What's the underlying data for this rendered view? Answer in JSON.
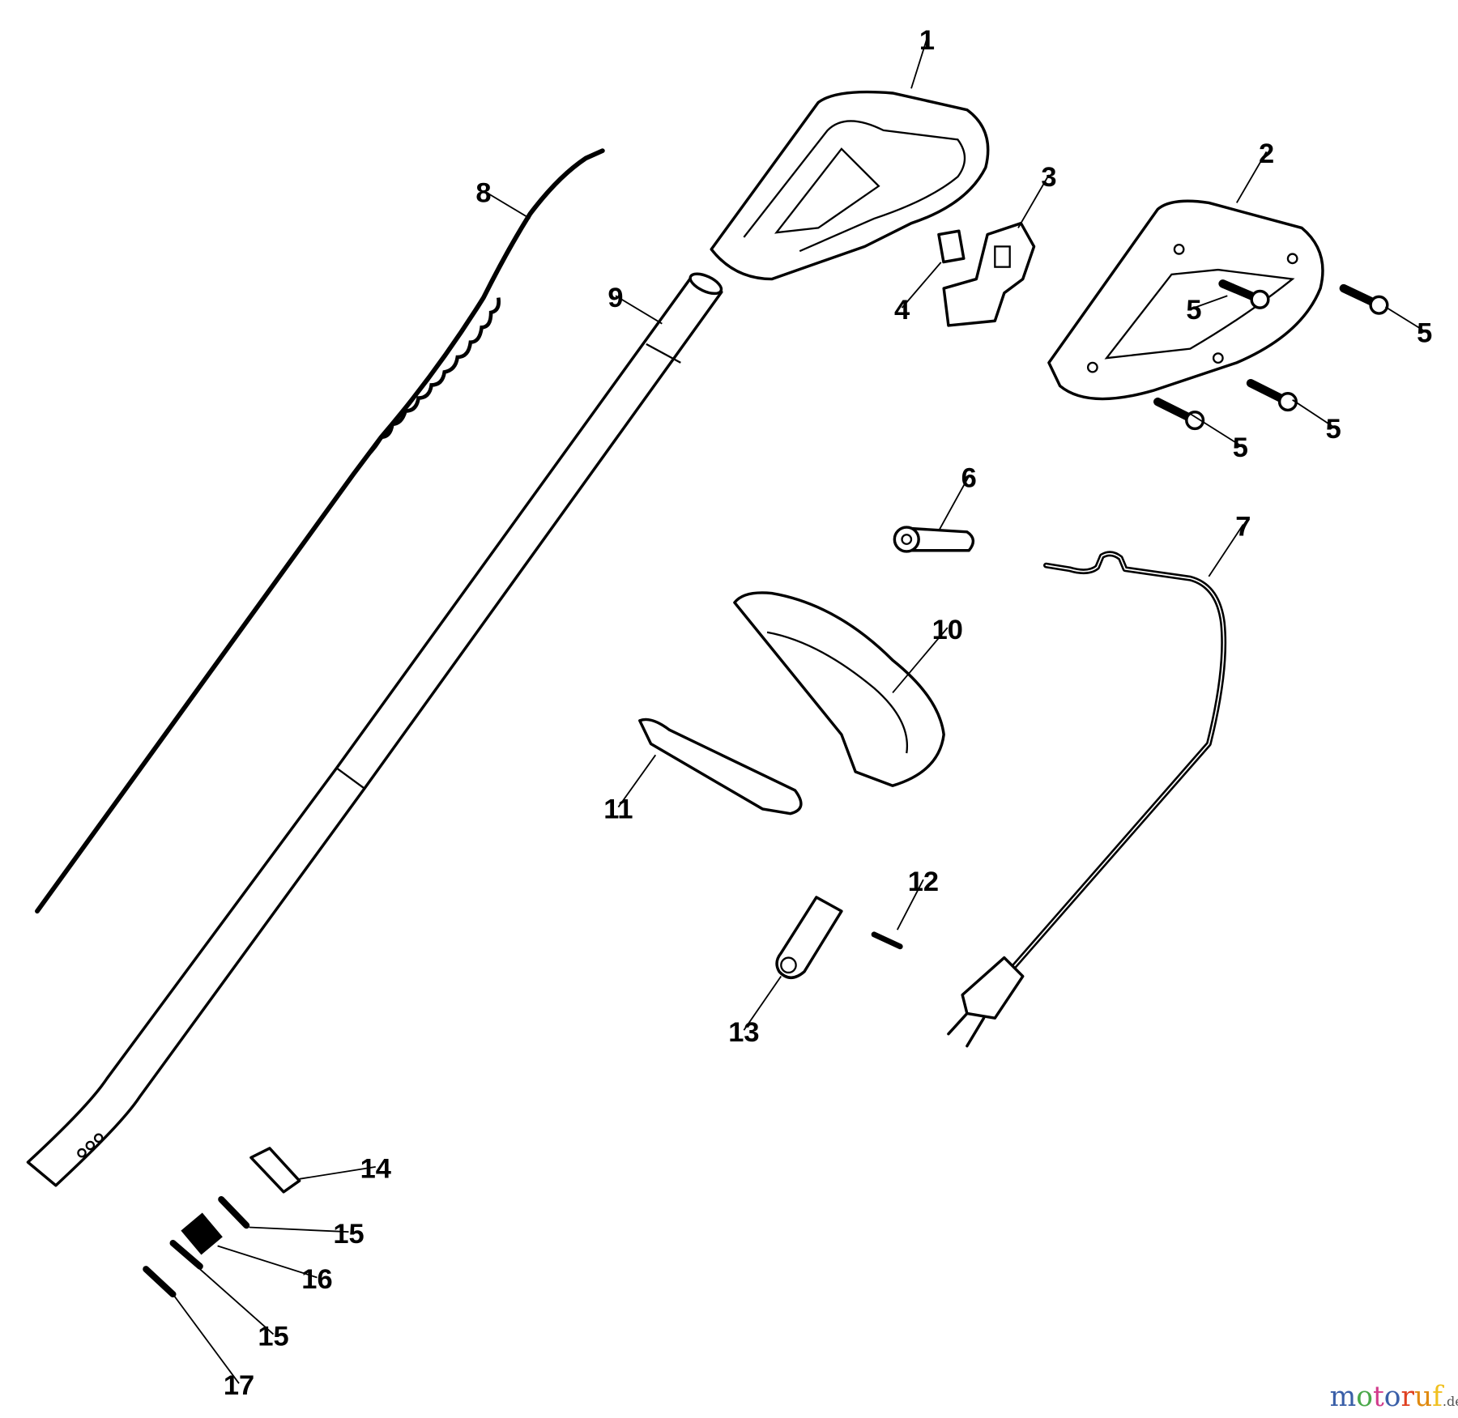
{
  "diagram": {
    "type": "exploded-parts-diagram",
    "callouts": [
      "1",
      "2",
      "3",
      "4",
      "5",
      "5",
      "5",
      "5",
      "6",
      "7",
      "8",
      "9",
      "10",
      "11",
      "12",
      "13",
      "14",
      "15",
      "16",
      "15",
      "17"
    ]
  },
  "watermark": {
    "text": "motoruf",
    "suffix": ".de",
    "letter_colors": [
      "#3a5fa8",
      "#4aa84a",
      "#d23c8c",
      "#3a5fa8",
      "#e04020",
      "#e08a10",
      "#f0c020"
    ]
  }
}
